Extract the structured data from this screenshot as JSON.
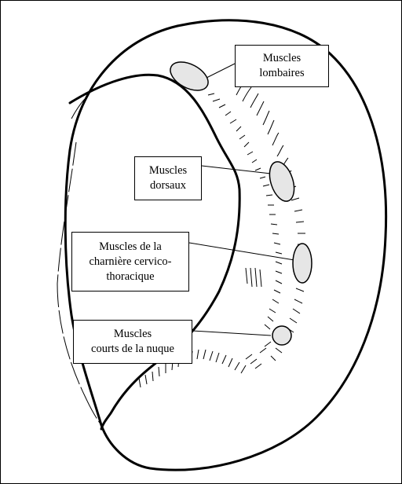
{
  "diagram": {
    "labels": {
      "lombaires": {
        "line1": "Muscles",
        "line2": "lombaires"
      },
      "dorsaux": {
        "line1": "Muscles",
        "line2": "dorsaux"
      },
      "charniere": {
        "line1": "Muscles de la",
        "line2": "charnière cervico-",
        "line3": "thoracique"
      },
      "nuque": {
        "line1": "Muscles",
        "line2": "courts de la nuque"
      }
    },
    "colors": {
      "stroke": "#000000",
      "muscle_fill": "#e6e6e6",
      "background": "#ffffff"
    }
  }
}
